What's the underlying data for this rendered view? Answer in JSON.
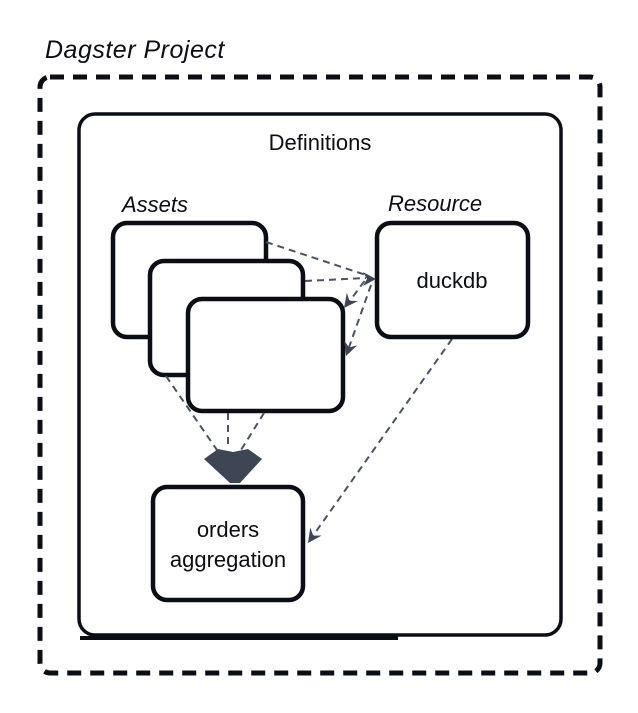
{
  "diagram": {
    "title": "Dagster Project",
    "container_label": "Definitions",
    "groups": {
      "assets_label": "Assets",
      "resource_label": "Resource"
    },
    "nodes": {
      "resource_node_label": "duckdb",
      "orders_node_line1": "orders",
      "orders_node_line2": "aggregation"
    },
    "colors": {
      "orders_fill": "#a8a0ec",
      "connector": "#4a5362",
      "arrowhead": "#3e4656",
      "outline": "#0b0e14",
      "background": "#ffffff"
    }
  }
}
